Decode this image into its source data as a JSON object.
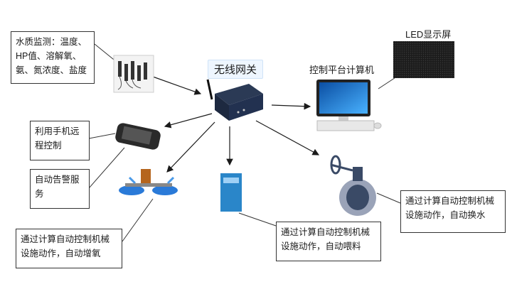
{
  "gateway": {
    "title": "无线网关"
  },
  "labels": {
    "led": "LED显示屏",
    "pc": "控制平台计算机"
  },
  "boxes": {
    "sensor": [
      "水质监测：温度、",
      "HP值、溶解氧、",
      "氨、氮浓度、盐度"
    ],
    "phone": [
      "利用手机远",
      "程控制"
    ],
    "alarm": [
      "自动告警服",
      "务"
    ],
    "aerator": [
      "通过计算自动控制机械",
      "设施动作，自动增氧"
    ],
    "feeder": [
      "通过计算自动控制机械",
      "设施动作，自动喂料"
    ],
    "valve": [
      "通过计算自动控制机械",
      "设施动作，自动换水"
    ]
  },
  "colors": {
    "arrow": "#1a1a1a",
    "line": "#333333",
    "blue": "#2a74c9"
  }
}
